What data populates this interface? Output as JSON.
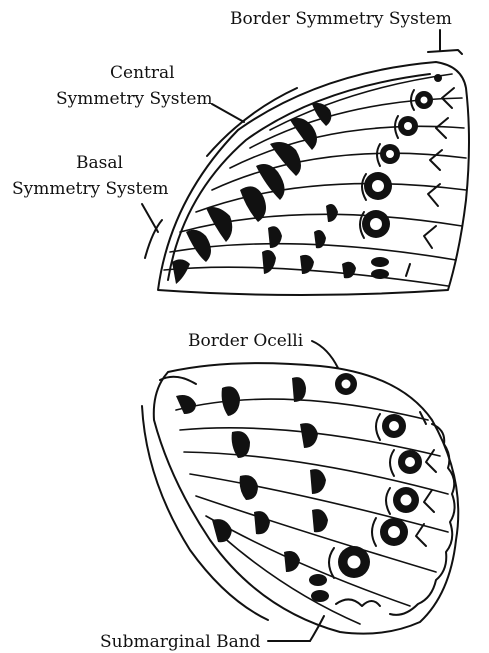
{
  "labels": {
    "border_symmetry": "Border Symmetry System",
    "central_line1": "Central",
    "central_line2": "Symmetry System",
    "basal_line1": "Basal",
    "basal_line2": "Symmetry System",
    "border_ocelli": "Border Ocelli",
    "submarginal_band": "Submarginal Band"
  },
  "colors": {
    "ink": "#111111",
    "background": "#ffffff"
  }
}
